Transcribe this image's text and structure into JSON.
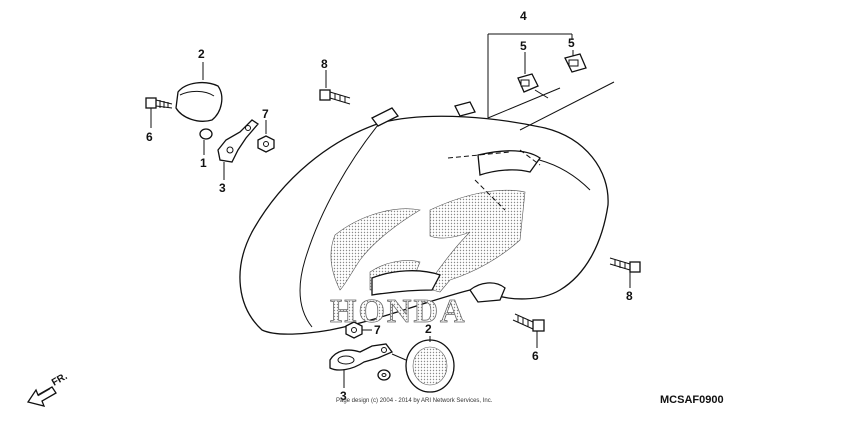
{
  "callouts": {
    "c1": "1",
    "c2a": "2",
    "c2b": "2",
    "c3a": "3",
    "c3b": "3",
    "c4": "4",
    "c5a": "5",
    "c5b": "5",
    "c6a": "6",
    "c6b": "6",
    "c7a": "7",
    "c7b": "7",
    "c8a": "8",
    "c8b": "8"
  },
  "direction_label": "FR.",
  "diagram_code": "MCSAF0900",
  "copyright": "Page design (c) 2004 - 2014 by ARI Network Services, Inc.",
  "watermark": "HONDA"
}
